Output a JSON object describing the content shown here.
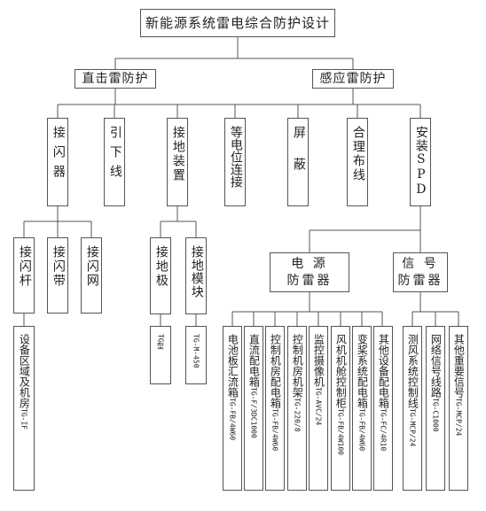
{
  "root": "新能源系统雷电综合防护设计",
  "level1": {
    "direct": "直击雷防护",
    "induced": "感应雷防护"
  },
  "direct_children": {
    "air_terminal": "接闪器",
    "down_conductor": "引下线",
    "grounding_device": "接地装置"
  },
  "induced_children": {
    "equipotential": "等电位连接",
    "shielding": "屏蔽",
    "wiring": "合理布线",
    "install_spd": "安装SPD"
  },
  "air_terminal_children": {
    "rod": "接闪杆",
    "strip": "接闪带",
    "mesh": "接闪网"
  },
  "rod_leaf": {
    "text": "设备区域及机房",
    "code": "TG-IF"
  },
  "grounding_children": {
    "electrode": "接地极",
    "module": "接地模块"
  },
  "electrode_leaf": {
    "code": "TG型"
  },
  "module_leaf": {
    "code": "TG-M-450"
  },
  "spd_children": {
    "power": [
      "电  源",
      "防雷器"
    ],
    "signal": [
      "信  号",
      "防雷器"
    ]
  },
  "power_leaves": [
    {
      "text": "电池板汇流箱",
      "code": "TG-FB/4W60"
    },
    {
      "text": "直流配电箱",
      "code": "TG-F/3DC1000"
    },
    {
      "text": "控制机房配电箱",
      "code": "TG-FB/4W60"
    },
    {
      "text": "控制机房机架",
      "code": "TG-220/8"
    },
    {
      "text": "监控摄像机",
      "code": "TG-AVC/24"
    },
    {
      "text": "风机机舱控制柜",
      "code": "TG-FB/4W100"
    },
    {
      "text": "变桨系统配电箱",
      "code": "TG-FB/4W60"
    },
    {
      "text": "其他设备配电箱",
      "code": "TG-FC/4R10"
    }
  ],
  "signal_leaves": [
    {
      "text": "测风系统控制线",
      "code": "TG-MCP/24"
    },
    {
      "text": "网络信号线路",
      "code": "TG-C1000"
    },
    {
      "text": "其他重要信号",
      "code": "TG-MCP/24"
    }
  ]
}
